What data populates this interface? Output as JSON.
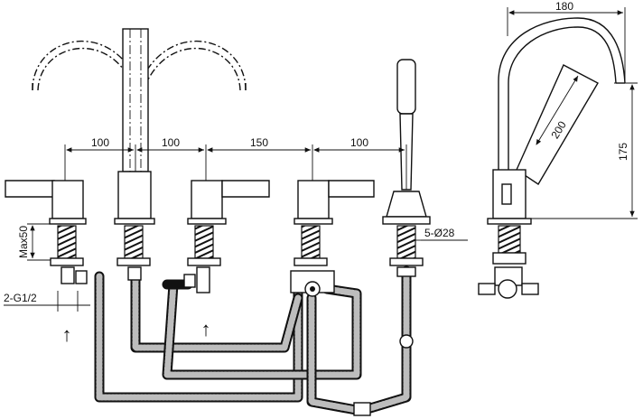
{
  "dimensions": {
    "d100a": "100",
    "d100b": "100",
    "d150": "150",
    "d100c": "100",
    "d180": "180",
    "d200": "200",
    "d175": "175",
    "max50": "Max50",
    "inlet": "2-G1/2",
    "hole": "5-Ø28"
  },
  "arrows": {
    "up_symbol": "↑"
  }
}
